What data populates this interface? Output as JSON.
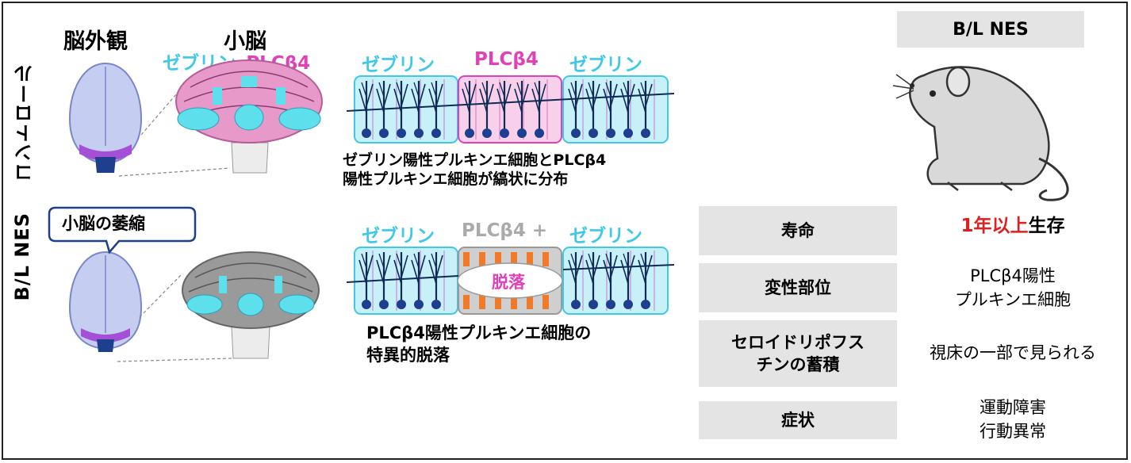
{
  "headers": {
    "external_view": "脳外観",
    "cerebellum": "小脳"
  },
  "row_labels": {
    "control": "コントロール",
    "bl_nes": "B/L NES"
  },
  "legend_top": {
    "zebrin": "ゼブリン",
    "plcb4": "PLCβ4"
  },
  "callout": "小脳の萎縮",
  "control_strip": {
    "labels": [
      "ゼブリン",
      "PLCβ4",
      "ゼブリン"
    ],
    "caption_line1": "ゼブリン陽性プルキンエ細胞とPLCβ4",
    "caption_line2": "陽性プルキンエ細胞が縞状に分布"
  },
  "nes_strip": {
    "labels": [
      "ゼブリン",
      "PLCβ4 +",
      "ゼブリン"
    ],
    "loss_label": "脱落",
    "caption_line1": "PLCβ4陽性プルキンエ細胞の",
    "caption_line2": "特異的脱落"
  },
  "mouse_label": "B/L NES",
  "table": [
    {
      "label": "寿命",
      "value_red": "1年以上",
      "value_rest": "生存"
    },
    {
      "label": "変性部位",
      "value_line1": "PLCβ4陽性",
      "value_line2": "プルキンエ細胞"
    },
    {
      "label_line1": "セロイドリポフス",
      "label_line2": "チンの蓄積",
      "value": "視床の一部で見られる"
    },
    {
      "label": "症状",
      "value_line1": "運動障害",
      "value_line2": "行動異常"
    }
  ],
  "colors": {
    "zebrin": "#3fc9e6",
    "plcb4": "#e040b8",
    "loss": "#aaaaaa",
    "table_bg": "#e4e4e4",
    "red": "#e02020"
  }
}
